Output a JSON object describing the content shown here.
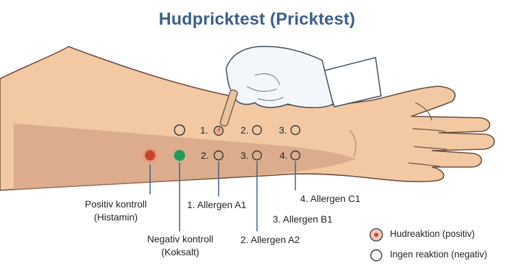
{
  "title": "Hudpricktest (Pricktest)",
  "grid": {
    "row1": {
      "n1": "1.",
      "n2": "2.",
      "n3": "3."
    },
    "row2": {
      "n1": "2.",
      "n2": "3.",
      "n3": "4."
    }
  },
  "callouts": {
    "positive_control": {
      "line1": "Positiv kontroll",
      "line2": "(Histamin)"
    },
    "negative_control": {
      "line1": "Negativ kontroll",
      "line2": "(Koksalt)"
    },
    "allergen_1": "1. Allergen A1",
    "allergen_2": "2. Allergen A2",
    "allergen_3": "3. Allergen B1",
    "allergen_4": "4. Allergen C1"
  },
  "legend": {
    "positive": "Hudreaktion (positiv)",
    "negative": "Ingen reaktion (negativ)"
  },
  "colors": {
    "title": "#3b5f8f",
    "skin": "#f2c9a3",
    "skin_shadow": "#c9957a",
    "positive_dot": "#c8442c",
    "negative_dot": "#1f9a5b",
    "glove": "#f3f6fa"
  }
}
